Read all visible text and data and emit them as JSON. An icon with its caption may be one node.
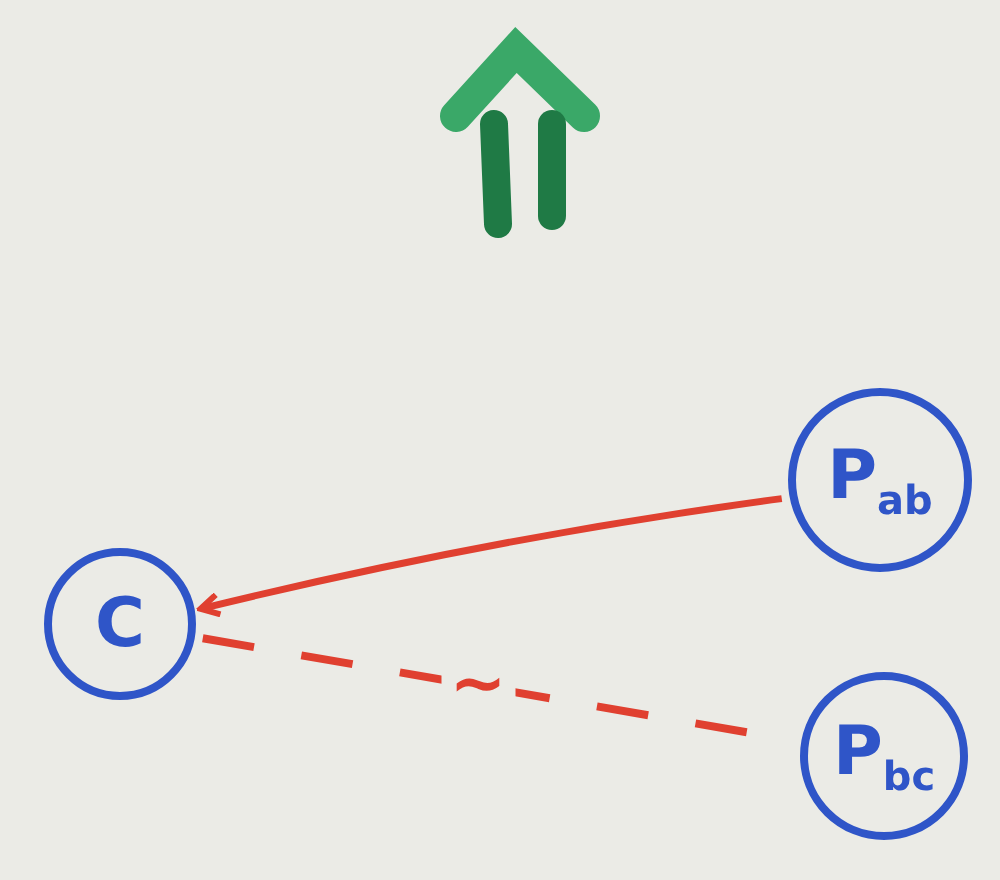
{
  "diagram": {
    "nodes": [
      {
        "text": [
          "C"
        ]
      },
      {
        "text": [
          "P$_{ab}$"
        ]
      },
      {
        "text": [
          "P$_{bc}$"
        ]
      }
    ],
    "edges": [
      {
        "from": 1,
        "to": 0,
        "arrow": "to"
      },
      {
        "from": 0,
        "to": 2,
        "arrow": "none",
        "label": "~",
        "style": "dashed"
      }
    ]
  }
}
